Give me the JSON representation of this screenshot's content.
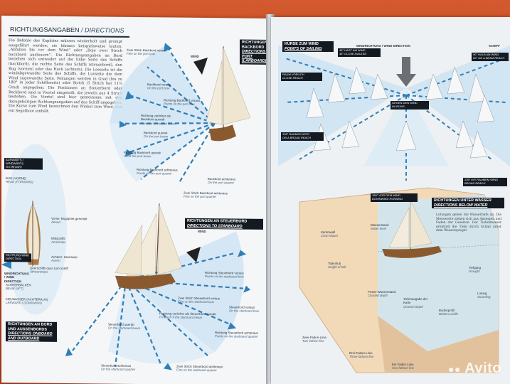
{
  "left_page": {
    "heading_de": "RICHTUNGSANGABEN",
    "heading_en": "DIRECTIONS",
    "intro_paragraph": "Die Befehle des Kapitäns müssen wiederholt und prompt ausgeführt werden; sie können beispielsweise lauten: „Abfallen bis vor dem Wind“ oder „Boje zwei Strich backbord ansteuern“. Die Richtungsangaben an Bord beziehen sich entweder auf die linke Seite des Schiffs (backbord), die rechte Seite des Schiffs (steuerbord), den Bug (vornen) oder das Heck (achtern). Die Leeseite ist die windabgewandte Seite des Schiffs, die Luvseite die dem Wind zugewandte Seite. Peilungen werden in Grad (bis zu 180° in jeder Schiffsseite) oder Strich (1 Strich hat 11¼ Grad) angegeben. Die Positionen an Steuerbord oder Backbord sind in Viertel eingeteilt, die jeweils aus 4 Strich bestehen. Die Viertel sind hier gemeinsam mit den dazugehörigen Richtungsangaben auf das Schiff angegeben. Die Kurse zum Wind bezeichnen den Winkel zum Wind, den ein Segelboot einhält.",
    "box_port": {
      "de": "RICHTUNGEN AN BACKBORD",
      "en": "DIRECTIONS TO PORT (LARBOARD)"
    },
    "box_starboard": {
      "de": "RICHTUNGEN AN STEUERBORD",
      "en": "DIRECTIONS TO STARBOARD"
    },
    "box_onboard": {
      "de": "RICHTUNGEN AN BORD UND AUSSENBORDS",
      "en": "DIRECTIONS ONBOARD AND OUTBOARD"
    },
    "wind": "WIND",
    "wind_direction": "WINDRICHTUNG / WIND DIRECTION",
    "port_labels": [
      {
        "de": "Zwei Strich Backbord voraus",
        "en": "Fine on the port bow"
      },
      {
        "de": "Backbord voraus",
        "en": "On the port bow"
      },
      {
        "de": "Richtung Backbord voraus",
        "en": "Points on the port bow"
      },
      {
        "de": "Richtung vorlicher als Backbord querab",
        "en": "Forward of the port beam"
      },
      {
        "de": "Backbord querab",
        "en": "On the port beam"
      },
      {
        "de": "Richtung Backbord querab",
        "en": "Abaft the port beam"
      },
      {
        "de": "Richtung Backbord achteraus",
        "en": "Points on the port quarter"
      },
      {
        "de": "Backbord achteraus",
        "en": "On the port quarter"
      },
      {
        "de": "Zwei Strich Backbord achteraus",
        "en": "Fine on the port quarter"
      }
    ],
    "starboard_labels": [
      {
        "de": "Richtung Steuerbord voraus",
        "en": "Points on the starboard bow"
      },
      {
        "de": "Zwei Strich Steuerbord voraus",
        "en": "Fine on the starboard bow"
      },
      {
        "de": "Steuerbord voraus",
        "en": "On the starboard bow"
      },
      {
        "de": "Richtung vorlicher als Steuerbord querab",
        "en": "Forward of the starboard beam"
      },
      {
        "de": "Steuerbord querab",
        "en": "On the starboard beam"
      },
      {
        "de": "Richtung Steuerbord achteraus",
        "en": "Points on the starboard quarter"
      },
      {
        "de": "Steuerbord achteraus",
        "en": "On the starboard quarter"
      },
      {
        "de": "Zwei Strich Steuerbord achteraus",
        "en": "Fine on the starboard quarter"
      }
    ],
    "side_labels": [
      {
        "de": "AUSWÄRTS / WINDWÄRTS",
        "en": "OUTBOARD"
      },
      {
        "de": "BUG (VORNE)",
        "en": "HEAD (FORWARD)"
      },
      {
        "de": "RICHTUNG WIND",
        "en": "DIRECTION"
      },
      {
        "de": "SCHEERBALKEN",
        "en": "BEAM (AFT)"
      },
      {
        "de": "KIELWASSER (ACHTERAUS)",
        "en": "LEEWARD / DOWNWIND"
      }
    ],
    "boat_labels": [
      {
        "de": "Vorne: Bugspriet gerichtet",
        "en": "Ahead"
      },
      {
        "de": "Mittschiffs",
        "en": "Amidships"
      },
      {
        "de": "Achtern: Heckseite",
        "en": "Astern"
      },
      {
        "de": "Querschiffs quer zum Schiff",
        "en": "Athwartships"
      }
    ]
  },
  "right_page": {
    "wind_direction": "WINDRICHTUNG / WIND DIRECTION",
    "box_sailing": {
      "de": "KURSE ZUM WIND",
      "en": "POINTS OF SAILING"
    },
    "box_underwater": {
      "de": "RICHTUNGEN UNTER WASSER",
      "en": "DIRECTIONS BELOW WATER"
    },
    "sailing_tags": [
      {
        "de": "45° HART AM WIND",
        "en": "45° CLOSE-HAULED"
      },
      {
        "de": "90° HALB AM WIND",
        "en": "90° ON A BEAM REACH"
      },
      {
        "de": "RAUM VORLICH",
        "en": "CLOSE REACH"
      },
      {
        "de": "GEGEN DEN WIND",
        "en": "IN IRONS"
      },
      {
        "de": "135° RAUMSCHOTS",
        "en": "ON A BROAD REACH"
      },
      {
        "de": "180° VOR DEM WIND",
        "en": "DOWNWIND RUNNING"
      },
      {
        "de": "135° MIT RAUMEM WIND",
        "en": "BROAD REACH"
      }
    ],
    "underwater_paragraph": "Lotungen geben die Wassertiefe an. Die Messwerte ziehen sich aus Anzeigen und Faden der Gezeiten. Der Tiefenmesser ermittelt die Tiefe durch Schall unter dem Wasserspiegel.",
    "underwater_labels": [
      {
        "de": "Kammwall",
        "en": "Chart datum"
      },
      {
        "de": "Wasserstand",
        "en": "Water level"
      },
      {
        "de": "Tidenhub",
        "en": "Height of tide"
      },
      {
        "de": "Fester Wasserstand",
        "en": "Charted depth"
      },
      {
        "de": "Tiefenangabe der Karte",
        "en": "Charted depth"
      },
      {
        "de": "Bodenprofil",
        "en": "Bottom profile"
      },
      {
        "de": "Tiefgang",
        "en": "Draught"
      },
      {
        "de": "Lotung",
        "en": "Sounding"
      },
      {
        "de": "Zwei-Faden-Linie",
        "en": "Two fathom line"
      },
      {
        "de": "Drei-Faden-Linie",
        "en": "Three fathom line"
      },
      {
        "de": "Ein Faden Linie",
        "en": "One fathom line"
      }
    ],
    "page_tag": "SCHIFF"
  },
  "watermark": "Avito",
  "colors": {
    "background": "#c8431f",
    "page": "#f4f6f7",
    "water": "#cde3f2",
    "arrow": "#2f7fb8",
    "dark_box": "#141a22",
    "land": "#f2d9b8"
  }
}
